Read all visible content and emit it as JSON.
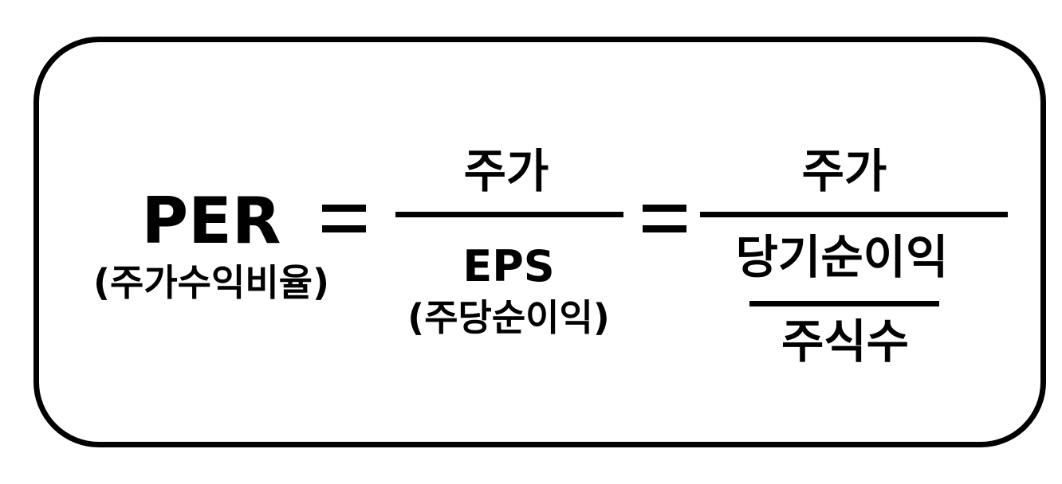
{
  "formula": {
    "lhs_term": "PER",
    "lhs_sub": "(주가수익비율)",
    "frac1_numerator": "주가",
    "frac1_denominator": "EPS",
    "frac1_denominator_sub": "(주당순이익)",
    "frac2_numerator": "주가",
    "frac2_inner_numerator": "당기순이익",
    "frac2_inner_denominator": "주식수"
  }
}
